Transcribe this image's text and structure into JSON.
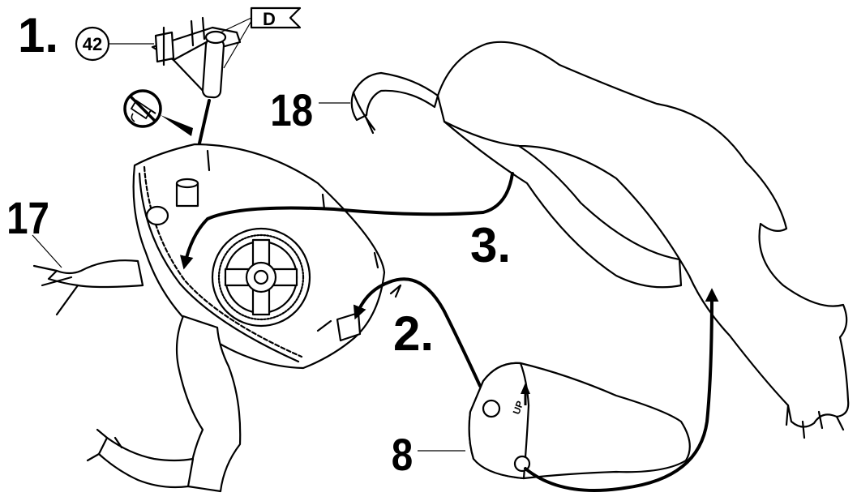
{
  "steps": {
    "step1": "1.",
    "step2": "2.",
    "step3": "3."
  },
  "parts": {
    "part17": "17",
    "part18": "18",
    "part8": "8",
    "callout42": "42",
    "callout_d": "D"
  },
  "markings": {
    "tab_up": "UP"
  },
  "icons": {
    "no_glue": "no-glue-icon"
  }
}
